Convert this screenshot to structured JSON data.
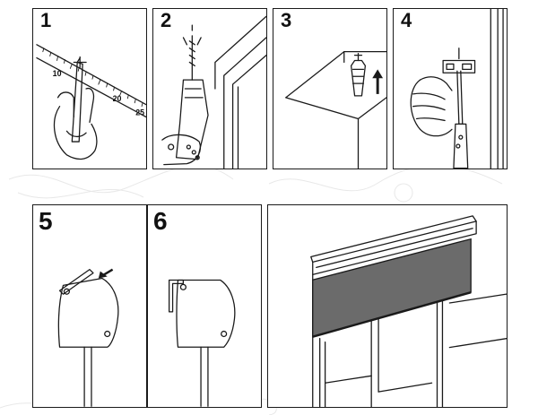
{
  "steps": [
    {
      "number": "1",
      "icon": "measure-and-mark-icon"
    },
    {
      "number": "2",
      "icon": "drill-icon"
    },
    {
      "number": "3",
      "icon": "insert-plug-icon"
    },
    {
      "number": "4",
      "icon": "screw-bracket-icon"
    },
    {
      "number": "5",
      "icon": "clip-blind-icon"
    },
    {
      "number": "6",
      "icon": "blind-fitted-icon"
    }
  ],
  "ruler": {
    "labels": [
      "10",
      "20",
      "25"
    ]
  },
  "result": {
    "icon": "installed-roller-blind-icon"
  },
  "colors": {
    "line": "#1a1a1a",
    "fabric": "#6b6b6b",
    "decor": "#e6e6e6"
  }
}
